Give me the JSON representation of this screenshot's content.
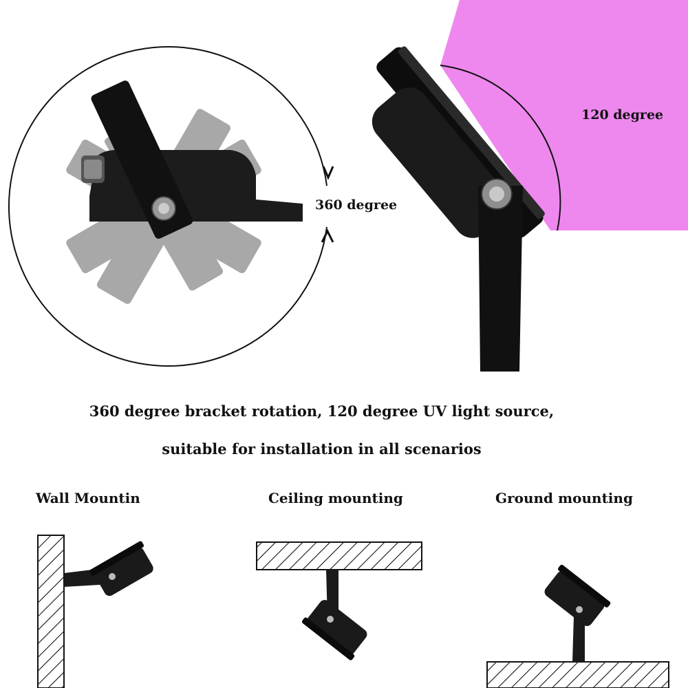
{
  "rotation": {
    "label": "360 degree"
  },
  "beam": {
    "label": "120 degree",
    "color": "#ee88ee"
  },
  "caption": {
    "line1": "360 degree bracket rotation, 120 degree UV light source,",
    "line2": "suitable  for installation in all scenarios"
  },
  "mounting": {
    "wall": "Wall Mountin",
    "ceiling": "Ceiling mounting",
    "ground": "Ground  mounting"
  }
}
